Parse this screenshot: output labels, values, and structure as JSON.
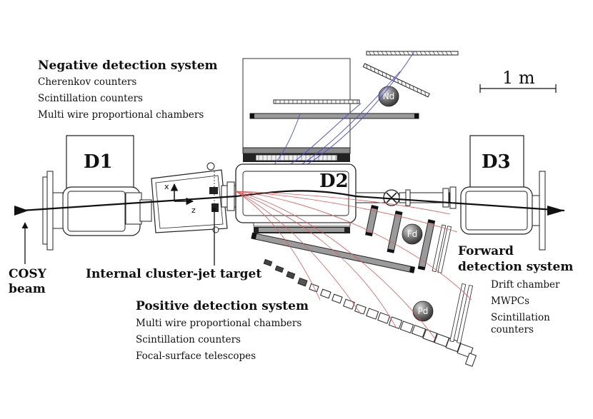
{
  "negative_system": {
    "title": "Negative detection system",
    "items": [
      "Cherenkov counters",
      "Scintillation counters",
      "Multi wire proportional chambers"
    ]
  },
  "positive_system": {
    "title": "Positive detection system",
    "items": [
      "Multi wire proportional chambers",
      "Scintillation counters",
      "Focal-surface telescopes"
    ]
  },
  "forward_system": {
    "title_line1": "Forward",
    "title_line2": "detection system",
    "items": [
      "Drift chamber",
      "MWPCs",
      "Scintillation",
      "counters"
    ]
  },
  "magnets": {
    "d1": "D1",
    "d2": "D2",
    "d3": "D3"
  },
  "detectors": {
    "nd": "Nd",
    "pd": "Pd",
    "fd": "Fd"
  },
  "beam_label": {
    "line1": "COSY",
    "line2": "beam"
  },
  "target_label": "Internal cluster-jet target",
  "axes": {
    "x": "x",
    "z": "z"
  },
  "scale_label": "1 m",
  "colors": {
    "neg_tracks": "#4a4ae0",
    "pos_tracks": "#e05a5a",
    "detector_sphere": "#6e6e6e"
  }
}
